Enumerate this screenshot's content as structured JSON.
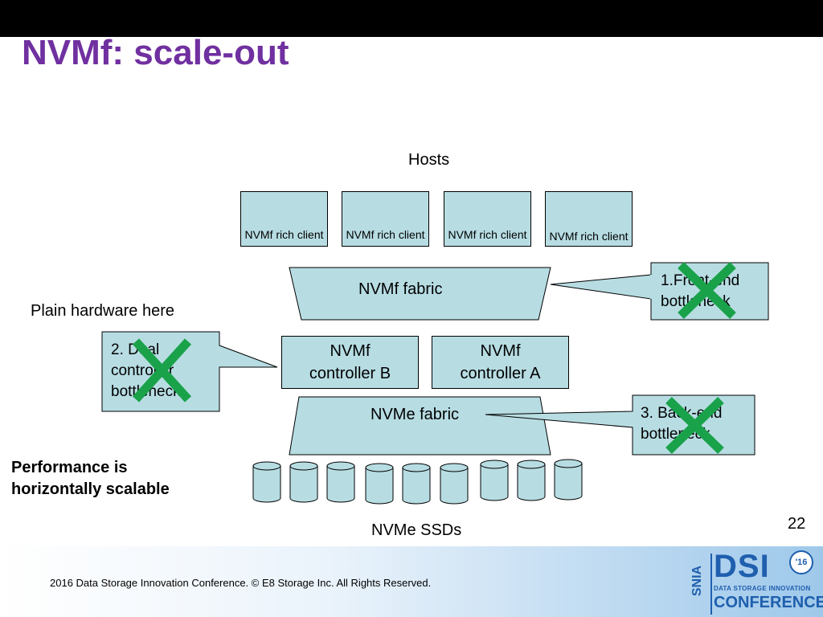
{
  "slide": {
    "title": "NVMf: scale-out",
    "page_number": "22",
    "hosts_label": "Hosts",
    "plain_hardware_label": "Plain hardware here",
    "performance_note_line1": "Performance is",
    "performance_note_line2": "horizontally scalable",
    "ssds_label": "NVMe SSDs"
  },
  "clients": [
    {
      "label": "NVMf rich client"
    },
    {
      "label": "NVMf rich client"
    },
    {
      "label": "NVMf rich client"
    },
    {
      "label": "NVMf rich client"
    }
  ],
  "fabric": {
    "nvmf_label": "NVMf fabric",
    "nvme_label": "NVMe fabric"
  },
  "controllers": {
    "b_line1": "NVMf",
    "b_line2": "controller B",
    "a_line1": "NVMf",
    "a_line2": "controller A"
  },
  "callouts": {
    "frontend_line1": "1.Front-end",
    "frontend_line2": "bottleneck",
    "dual_line1": "2. Dual",
    "dual_line2": "controller",
    "dual_line3": "bottleneck",
    "backend_line1": "3. Back-end",
    "backend_line2": "bottleneck"
  },
  "footer": {
    "copyright": "2016 Data Storage Innovation Conference. © E8 Storage Inc.  All Rights Reserved.",
    "logo_org": "SNIA",
    "logo_name": "DSI",
    "logo_year": "'16",
    "logo_sub": "DATA STORAGE INNOVATION",
    "logo_conf": "CONFERENCE"
  },
  "colors": {
    "title": "#7030a0",
    "box_fill": "#b7dde3",
    "x_mark": "#1aa24a",
    "logo_blue": "#1f5fae"
  }
}
